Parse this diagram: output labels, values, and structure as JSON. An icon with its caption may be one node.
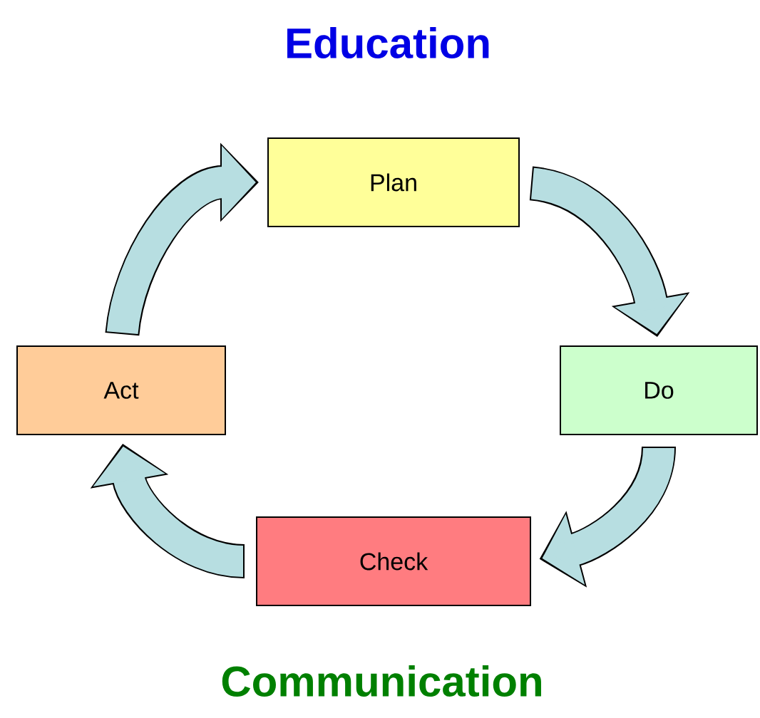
{
  "diagram": {
    "title": "Education",
    "caption": "Communication",
    "nodes": [
      {
        "text": [
          "Plan"
        ]
      },
      {
        "text": [
          "Do"
        ]
      },
      {
        "text": [
          "Check"
        ]
      },
      {
        "text": [
          "Act"
        ]
      }
    ],
    "edges": [
      {
        "from": 0,
        "to": 1,
        "arrow": "to"
      },
      {
        "from": 1,
        "to": 2,
        "arrow": "to"
      },
      {
        "from": 2,
        "to": 3,
        "arrow": "to"
      },
      {
        "from": 3,
        "to": 0,
        "arrow": "to"
      }
    ]
  }
}
